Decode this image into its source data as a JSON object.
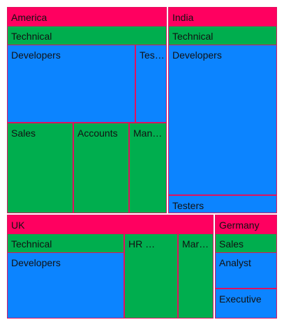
{
  "chart_data": {
    "type": "treemap",
    "colors": {
      "level1": "#FF0060",
      "level2": "#00AE4E",
      "level3": "#0C84FF",
      "border": "#E0115F"
    },
    "nodes": [
      {
        "id": "america",
        "label": "America",
        "children": [
          {
            "id": "america-technical",
            "label": "Technical",
            "children": [
              {
                "id": "america-developers",
                "label": "Developers"
              },
              {
                "id": "america-testers",
                "label": "Tes…"
              }
            ]
          },
          {
            "id": "america-sales",
            "label": "Sales"
          },
          {
            "id": "america-accounts",
            "label": "Accounts"
          },
          {
            "id": "america-management",
            "label": "Man…"
          }
        ]
      },
      {
        "id": "india",
        "label": "India",
        "children": [
          {
            "id": "india-technical",
            "label": "Technical",
            "children": [
              {
                "id": "india-developers",
                "label": "Developers"
              },
              {
                "id": "india-testers",
                "label": "Testers"
              }
            ]
          }
        ]
      },
      {
        "id": "uk",
        "label": "UK",
        "children": [
          {
            "id": "uk-technical",
            "label": "Technical",
            "children": [
              {
                "id": "uk-developers",
                "label": "Developers"
              }
            ]
          },
          {
            "id": "uk-hr",
            "label": "HR …"
          },
          {
            "id": "uk-marketing",
            "label": "Mar…"
          }
        ]
      },
      {
        "id": "germany",
        "label": "Germany",
        "children": [
          {
            "id": "germany-sales",
            "label": "Sales",
            "children": [
              {
                "id": "germany-analyst",
                "label": "Analyst"
              },
              {
                "id": "germany-executive",
                "label": "Executive"
              }
            ]
          }
        ]
      }
    ]
  }
}
